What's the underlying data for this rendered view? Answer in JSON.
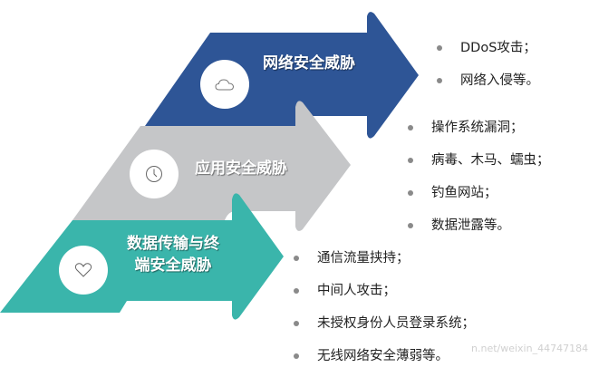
{
  "colors": {
    "network": "#2E5596",
    "application": "#C5C6C8",
    "data": "#3AB5AB",
    "bullet": "#8A8A8A",
    "text": "#222222"
  },
  "arrows": [
    {
      "title": "网络安全威胁",
      "icon": "cloud-icon",
      "items": [
        "DDoS攻击；",
        "网络入侵等。"
      ]
    },
    {
      "title": "应用安全威胁",
      "icon": "clock-icon",
      "items": [
        "操作系统漏洞；",
        "病毒、木马、蠕虫；",
        "钓鱼网站；",
        "数据泄露等。"
      ]
    },
    {
      "title_line1": "数据传输与终",
      "title_line2": "端安全威胁",
      "icon": "heart-icon",
      "items": [
        "通信流量挟持；",
        "中间人攻击；",
        "未授权身份人员登录系统；",
        "无线网络安全薄弱等。"
      ]
    }
  ],
  "watermark": "n.net/weixin_44747184"
}
